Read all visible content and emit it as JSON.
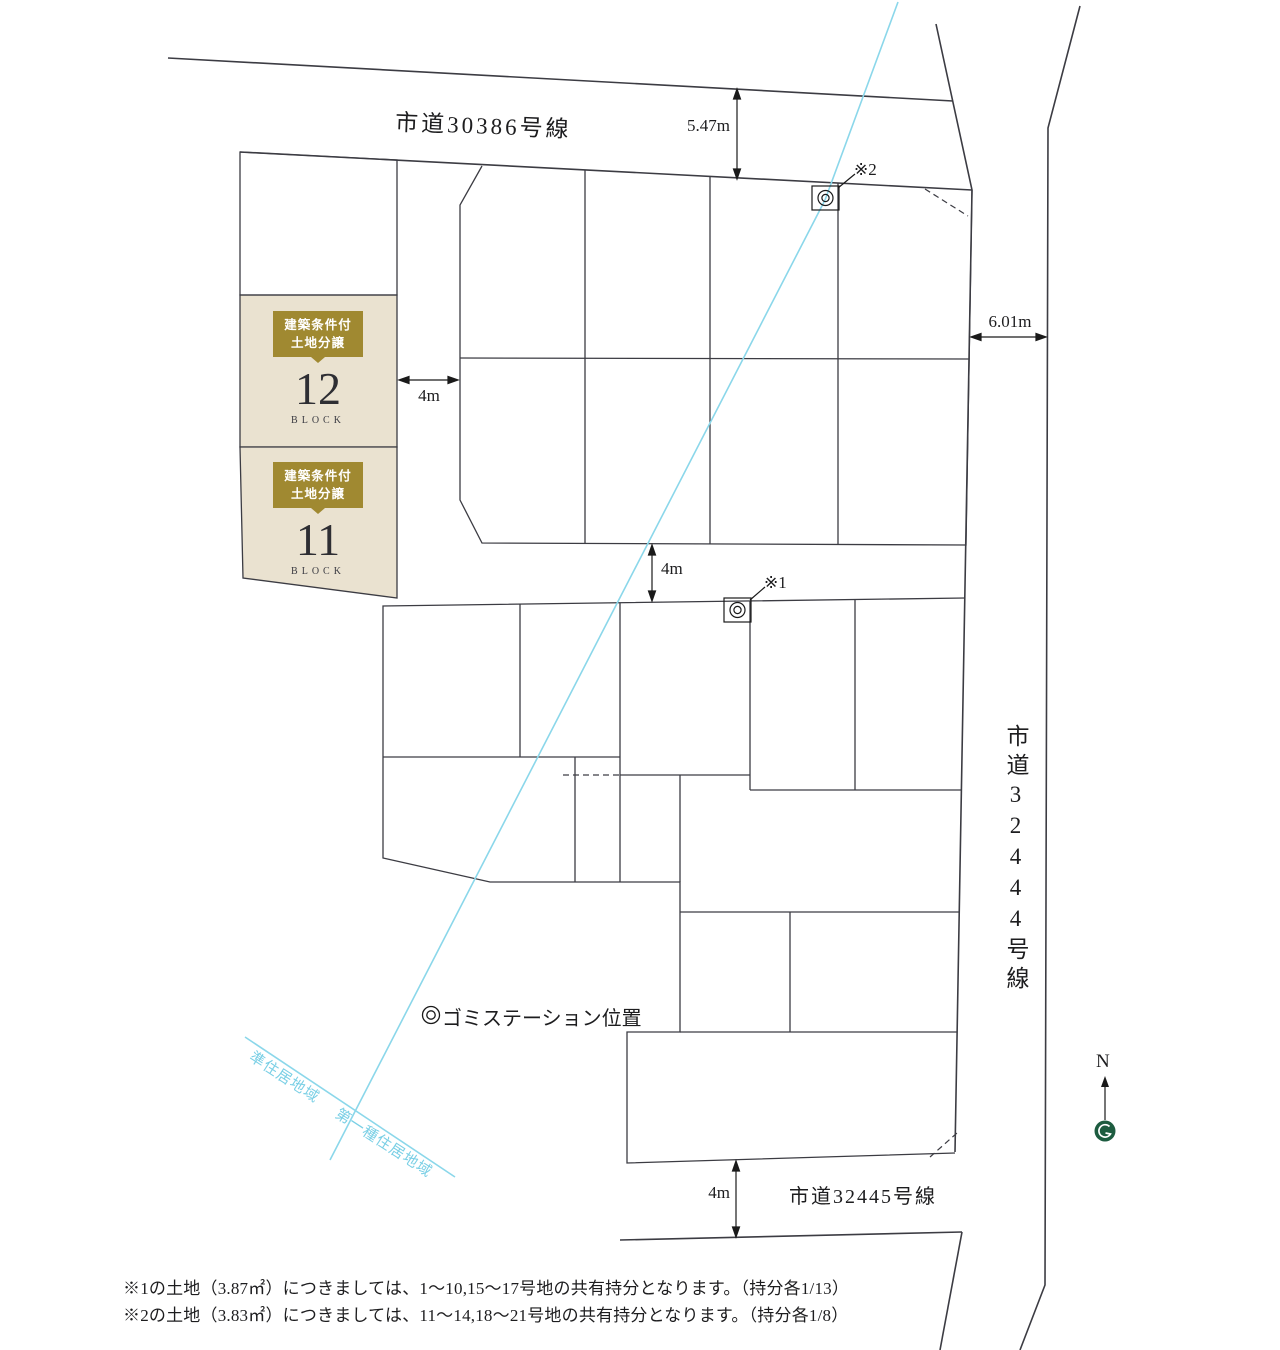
{
  "colors": {
    "line": "#3c3c43",
    "parcel_highlight": "#eae2d0",
    "badge_gold": "#a08931",
    "zoning_blue": "#8bd7ea",
    "compass_green": "#1d5c40",
    "text": "#1d1d1f"
  },
  "roads": {
    "top_label": "市道30386号線",
    "right_label": "市道32444号線",
    "bottom_label": "市道32445号線"
  },
  "dimensions": {
    "top_road_width": "5.47m",
    "right_road_width": "6.01m",
    "west_road_width": "4m",
    "middle_road_width": "4m",
    "bottom_road_width": "4m"
  },
  "blocks": [
    {
      "badge_line1": "建築条件付",
      "badge_line2": "土地分譲",
      "number": "12",
      "unit_label": "BLOCK"
    },
    {
      "badge_line1": "建築条件付",
      "badge_line2": "土地分譲",
      "number": "11",
      "unit_label": "BLOCK"
    }
  ],
  "markers": {
    "station1_label": "※1",
    "station2_label": "※2"
  },
  "legend": {
    "garbage_station_label": "ゴミステーション位置"
  },
  "zoning": {
    "upper_left_label": "準住居地域",
    "lower_right_label": "第一種住居地域"
  },
  "compass": {
    "north_label": "N"
  },
  "notes": [
    "※1の土地（3.87㎡）につきましては、1～10,15～17号地の共有持分となります。（持分各1/13）",
    "※2の土地（3.83㎡）につきましては、11～14,18～21号地の共有持分となります。（持分各1/8）"
  ]
}
